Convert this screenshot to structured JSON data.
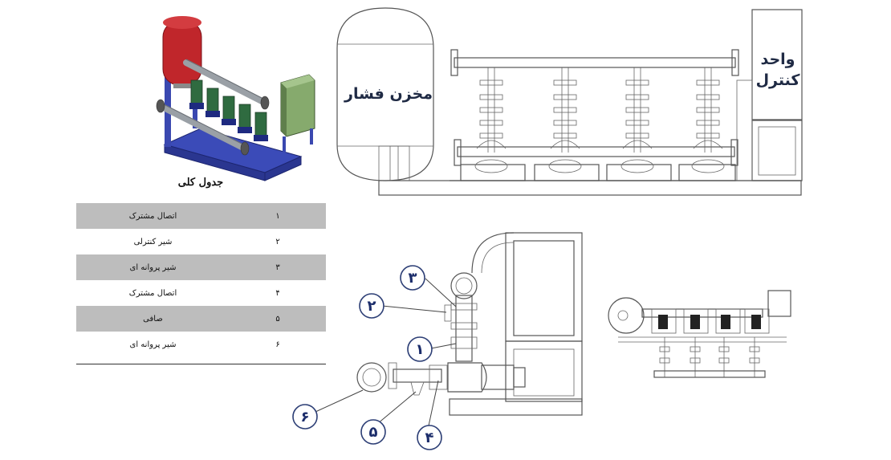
{
  "labels": {
    "pressure_tank": "مخزن فشار",
    "control_unit_line1": "واحد",
    "control_unit_line2": "کنترل"
  },
  "table": {
    "title": "جدول کلی",
    "rows": [
      {
        "num": "۱",
        "name": "اتصال مشترک",
        "shaded": true
      },
      {
        "num": "۲",
        "name": "شیر کنترلی",
        "shaded": false
      },
      {
        "num": "۳",
        "name": "شیر پروانه ای",
        "shaded": true
      },
      {
        "num": "۴",
        "name": "اتصال مشترک",
        "shaded": false
      },
      {
        "num": "۵",
        "name": "صافی",
        "shaded": true
      },
      {
        "num": "۶",
        "name": "شیر پروانه ای",
        "shaded": false
      }
    ]
  },
  "callouts": [
    "۱",
    "۲",
    "۳",
    "۴",
    "۵",
    "۶"
  ],
  "colors": {
    "tank_red": "#c0262b",
    "panel_green": "#7fa66a",
    "frame_blue": "#2f3fa8",
    "callout_blue": "#1c2d6b",
    "table_shade": "#bdbdbd"
  }
}
